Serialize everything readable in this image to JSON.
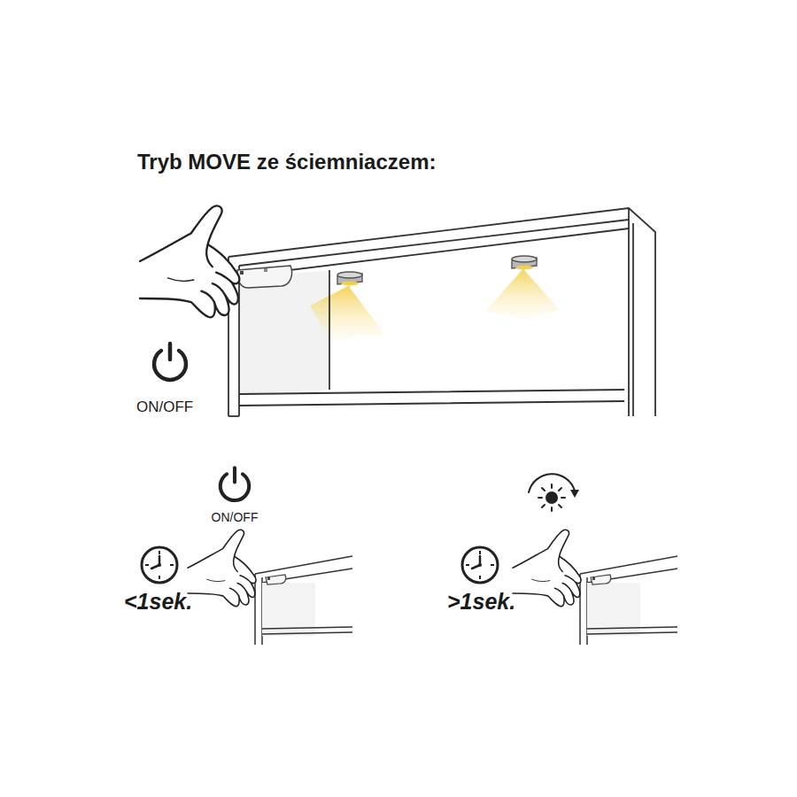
{
  "diagram": {
    "title": "Tryb MOVE ze ściemniaczem:",
    "labels": [
      "ON/OFF",
      "ON/OFF",
      "<1sek.",
      ">1sek."
    ]
  }
}
